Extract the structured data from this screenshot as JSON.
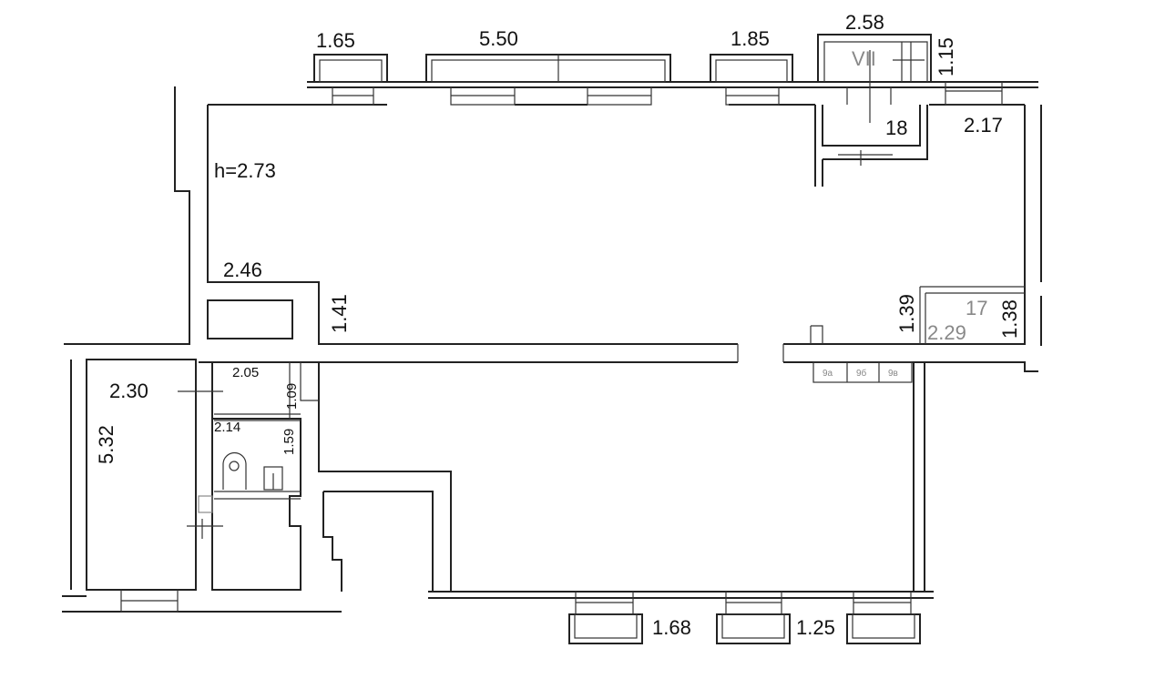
{
  "plan": {
    "ceiling_height": "h=2.73",
    "window_widths_top": [
      "1.65",
      "5.50",
      "1.85"
    ],
    "stair_width": "2.58",
    "stair_depth": "1.15",
    "stair_label": "VII",
    "room_18": "18",
    "room_18_width": "2.17",
    "left_recess_width": "2.46",
    "left_recess_depth": "1.41",
    "room_17": "17",
    "room_17_width": "2.29",
    "room_17_depth": "1.38",
    "room_17_side": "1.39",
    "cabinets": [
      "9a",
      "9б",
      "9в"
    ],
    "left_room_width": "2.30",
    "left_room_length": "5.32",
    "small_room_width": "2.05",
    "small_room_depth": "1.09",
    "wc_width": "2.14",
    "wc_depth": "1.59",
    "window_widths_bottom": [
      "1.68",
      "1.25"
    ]
  }
}
